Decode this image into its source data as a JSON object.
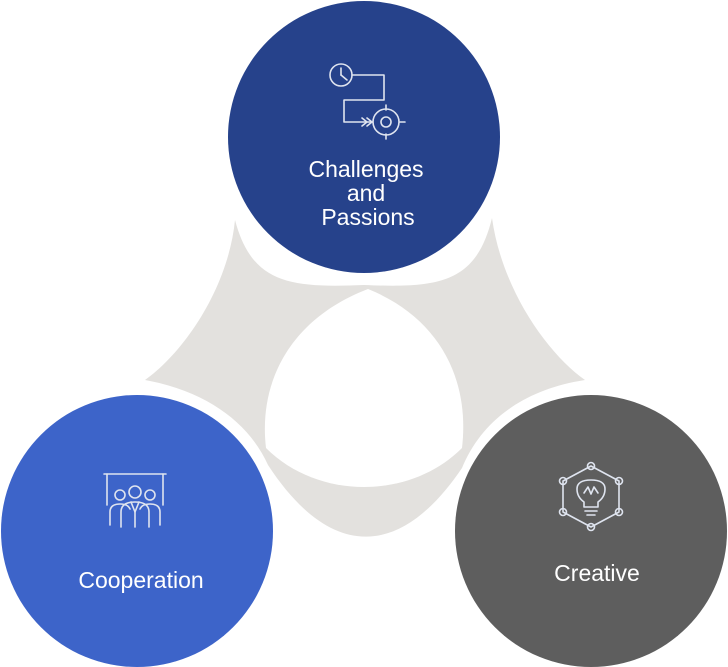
{
  "nodes": [
    {
      "label_lines": [
        "Challenges",
        "and",
        "Passions"
      ],
      "icon": "clock-target-icon",
      "color": "#26428b"
    },
    {
      "label_lines": [
        "Cooperation"
      ],
      "icon": "team-presentation-icon",
      "color": "#3d64c9"
    },
    {
      "label_lines": [
        "Creative"
      ],
      "icon": "lightbulb-network-icon",
      "color": "#5e5e5e"
    }
  ],
  "colors": {
    "connector": "#e3e1de",
    "icon_stroke": "#dfe4ef",
    "text": "#ffffff"
  }
}
